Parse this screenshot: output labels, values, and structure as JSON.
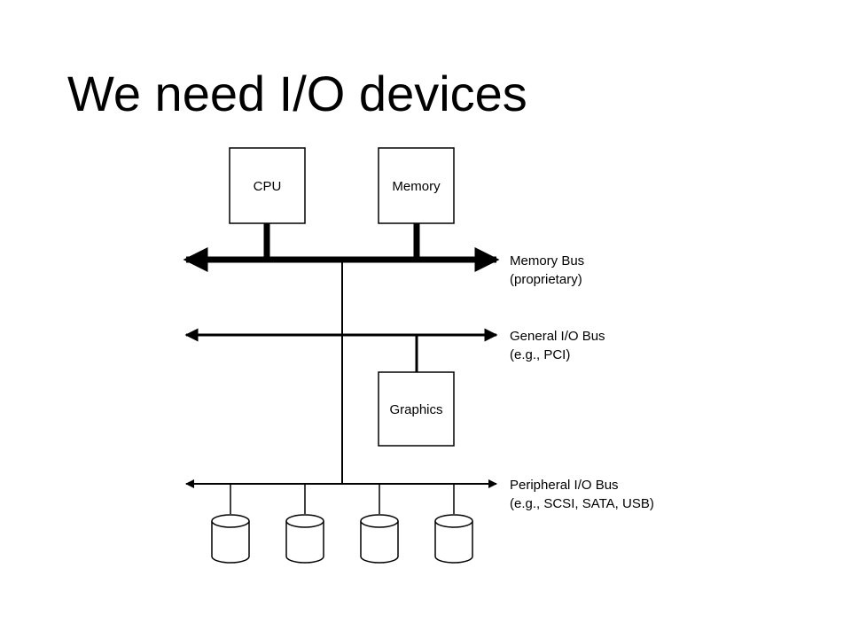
{
  "slide": {
    "title": "We need I/O devices"
  },
  "diagram": {
    "components": {
      "cpu": "CPU",
      "memory": "Memory",
      "graphics": "Graphics"
    },
    "buses": {
      "memory_bus": {
        "name": "Memory Bus",
        "detail": "(proprietary)"
      },
      "general_io_bus": {
        "name": "General I/O Bus",
        "detail": "(e.g., PCI)"
      },
      "peripheral_io_bus": {
        "name": "Peripheral I/O Bus",
        "detail": "(e.g., SCSI, SATA, USB)"
      }
    },
    "disk_count": 4
  }
}
